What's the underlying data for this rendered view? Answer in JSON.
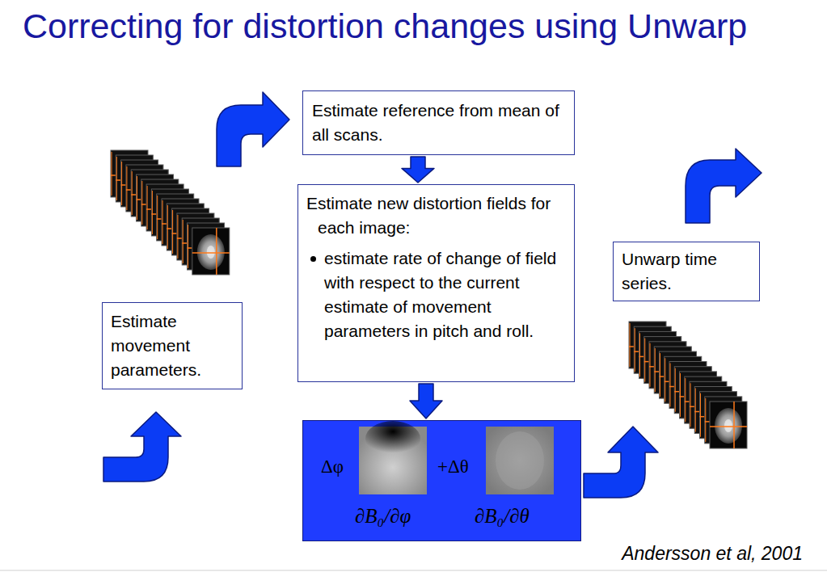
{
  "diagram": {
    "title": "Correcting for distortion changes using Unwarp",
    "caption": "Andersson et al, 2001",
    "nodes": [
      {
        "text": [
          "Estimate reference from mean of all scans."
        ]
      },
      {
        "text": [
          "Estimate new distortion fields for each image:",
          "estimate rate of change of field with respect to the current estimate of movement parameters in pitch and roll."
        ]
      },
      {
        "text": [
          "Δφ",
          "+Δθ",
          "∂B₀/∂φ",
          "∂B₀/∂θ"
        ]
      },
      {
        "text": [
          "Unwarp time series."
        ]
      },
      {
        "text": [
          "Estimate movement parameters."
        ]
      }
    ],
    "edges": [
      {
        "from": 0,
        "to": 1,
        "arrow": "to"
      },
      {
        "from": 1,
        "to": 2,
        "arrow": "to"
      }
    ]
  }
}
